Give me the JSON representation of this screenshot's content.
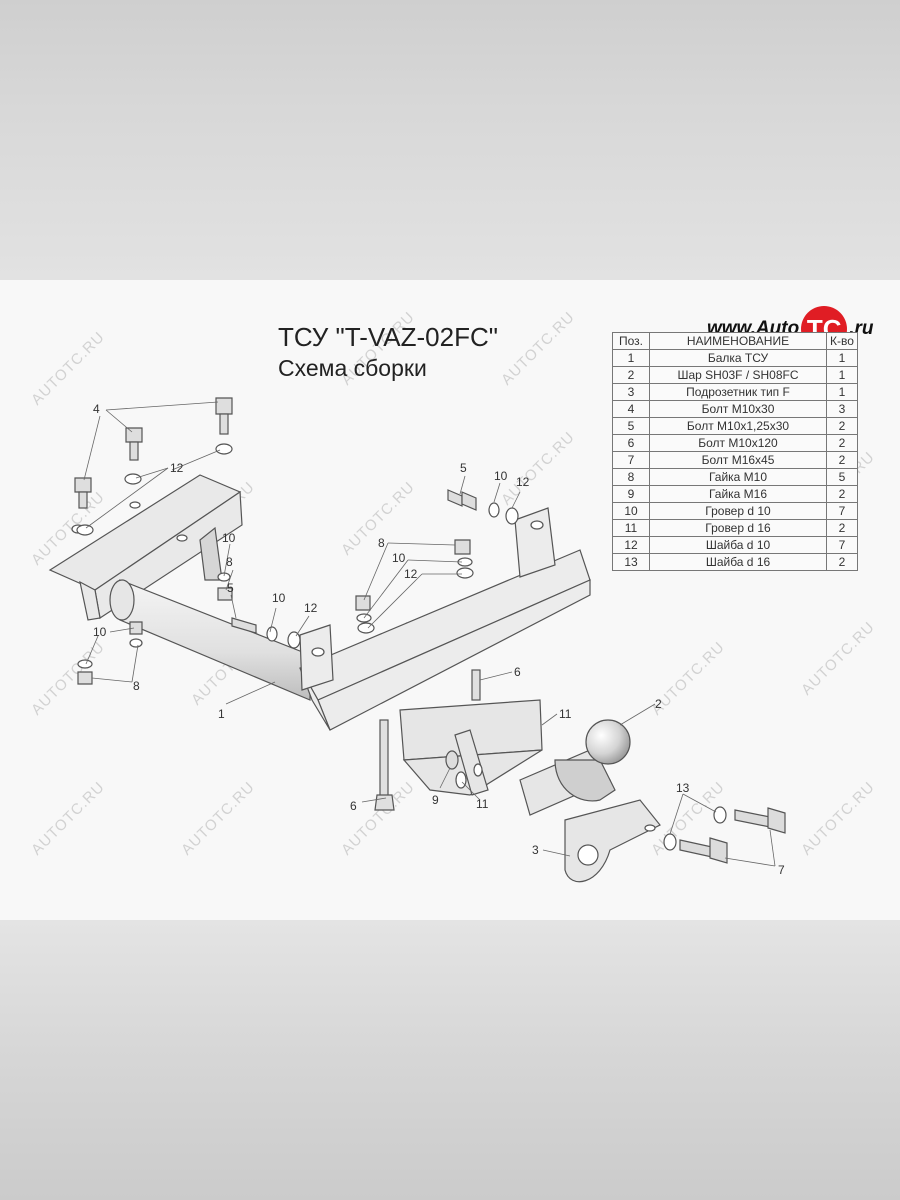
{
  "title": "ТСУ \"T-VAZ-02FC\"",
  "subtitle": "Схема сборки",
  "logo": {
    "prefix": "www.Auto",
    "badge": "TC",
    "suffix": ".ru"
  },
  "watermark": "AUTOTC.RU",
  "colors": {
    "logo_red": "#e01d24",
    "part_fill": "#e6e6e6",
    "line": "#555555"
  },
  "table": {
    "headers": [
      "Поз.",
      "НАИМЕНОВАНИЕ",
      "К-во"
    ],
    "rows": [
      [
        "1",
        "Балка ТСУ",
        "1"
      ],
      [
        "2",
        "Шар SH03F / SH08FC",
        "1"
      ],
      [
        "3",
        "Подрозетник тип F",
        "1"
      ],
      [
        "4",
        "Болт М10х30",
        "3"
      ],
      [
        "5",
        "Болт М10х1,25х30",
        "2"
      ],
      [
        "6",
        "Болт М10х120",
        "2"
      ],
      [
        "7",
        "Болт М16х45",
        "2"
      ],
      [
        "8",
        "Гайка  М10",
        "5"
      ],
      [
        "9",
        "Гайка  М16",
        "2"
      ],
      [
        "10",
        "Гровер d 10",
        "7"
      ],
      [
        "11",
        "Гровер d 16",
        "2"
      ],
      [
        "12",
        "Шайба d 10",
        "7"
      ],
      [
        "13",
        "Шайба d 16",
        "2"
      ]
    ]
  },
  "callouts": {
    "c4": "4",
    "c12a": "12",
    "c5a": "5",
    "c10a": "10",
    "c12b": "12",
    "c8a": "8",
    "c10b": "10",
    "c12c": "12",
    "c10c": "10",
    "c8b": "8",
    "c5b": "5",
    "c10d": "10",
    "c12d": "12",
    "c10e": "10",
    "c8c": "8",
    "c1": "1",
    "c6a": "6",
    "c6b": "6",
    "c11a": "11",
    "c11b": "11",
    "c9": "9",
    "c2": "2",
    "c13": "13",
    "c7": "7",
    "c3": "3"
  }
}
